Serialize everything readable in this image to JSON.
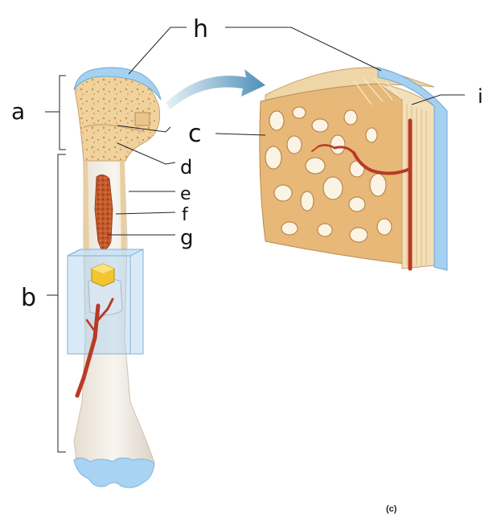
{
  "labels": {
    "a": "a",
    "b": "b",
    "c": "c",
    "d": "d",
    "e": "e",
    "f": "f",
    "g": "g",
    "h": "h",
    "i": "i"
  },
  "caption": "(c)",
  "colors": {
    "bone": "#f2dcb0",
    "spongy": "#e6b978",
    "spongy_dark": "#c98f4c",
    "marrow": "#c8572e",
    "vessel": "#b83a26",
    "cartilage": "#a8d4f2",
    "periosteum": "#8cc3e8",
    "box": "#9cc8ec",
    "shaft": "#f1ede7"
  }
}
